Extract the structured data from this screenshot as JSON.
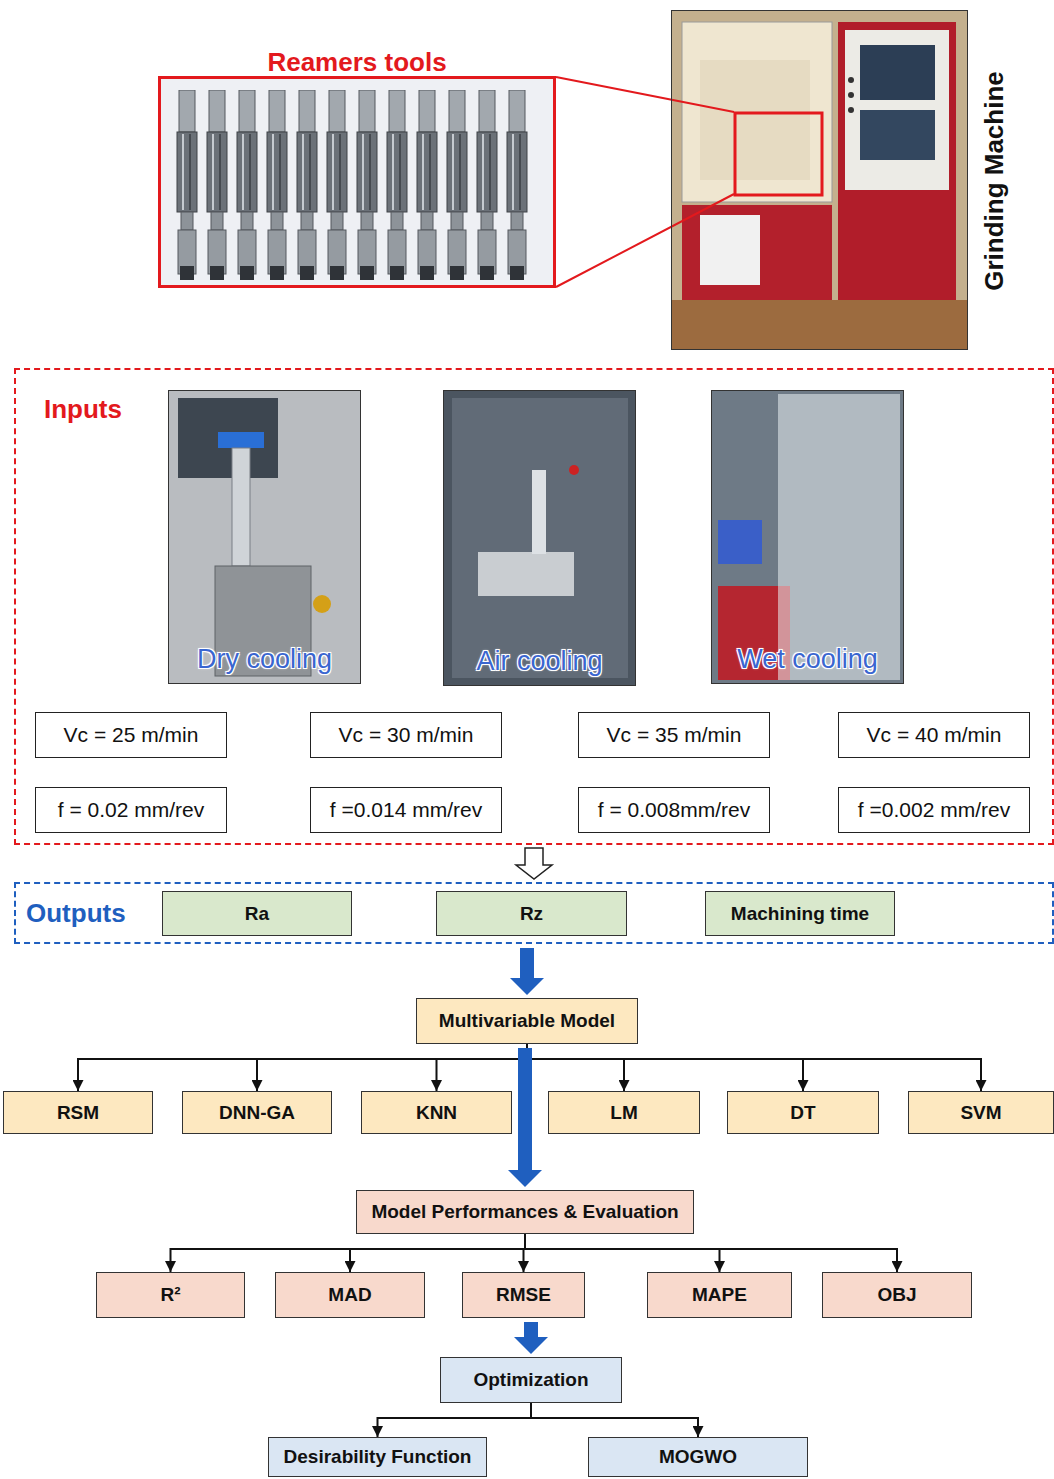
{
  "diagram": {
    "nodes": [
      {
        "text": [
          "Reamers tools"
        ]
      },
      {
        "text": [
          "Grinding Machine"
        ]
      },
      {
        "text": [
          "Inputs"
        ]
      },
      {
        "text": [
          "Dry cooling"
        ],
        "in": 2
      },
      {
        "text": [
          "Air cooling"
        ],
        "in": 2
      },
      {
        "text": [
          "Wet cooling"
        ],
        "in": 2
      },
      {
        "text": [
          "Vc = 25 m/min"
        ],
        "in": 2
      },
      {
        "text": [
          "Vc = 30 m/min"
        ],
        "in": 2
      },
      {
        "text": [
          "Vc = 35 m/min"
        ],
        "in": 2
      },
      {
        "text": [
          "Vc = 40 m/min"
        ],
        "in": 2
      },
      {
        "text": [
          "f = 0.02 mm/rev"
        ],
        "in": 2
      },
      {
        "text": [
          "f =0.014 mm/rev"
        ],
        "in": 2
      },
      {
        "text": [
          "f = 0.008mm/rev"
        ],
        "in": 2
      },
      {
        "text": [
          "f =0.002 mm/rev"
        ],
        "in": 2
      },
      {
        "text": [
          "Outputs"
        ]
      },
      {
        "text": [
          "Ra"
        ],
        "in": 14
      },
      {
        "text": [
          "Rz"
        ],
        "in": 14
      },
      {
        "text": [
          "Machining time"
        ],
        "in": 14
      },
      {
        "text": [
          "Multivariable Model"
        ]
      },
      {
        "text": [
          "RSM"
        ]
      },
      {
        "text": [
          "DNN-GA"
        ]
      },
      {
        "text": [
          "KNN"
        ]
      },
      {
        "text": [
          "LM"
        ]
      },
      {
        "text": [
          "DT"
        ]
      },
      {
        "text": [
          "SVM"
        ]
      },
      {
        "text": [
          "Model Performances & Evaluation"
        ]
      },
      {
        "text": [
          "R²"
        ]
      },
      {
        "text": [
          "MAD"
        ]
      },
      {
        "text": [
          "RMSE"
        ]
      },
      {
        "text": [
          "MAPE"
        ]
      },
      {
        "text": [
          "OBJ"
        ]
      },
      {
        "text": [
          "Optimization"
        ]
      },
      {
        "text": [
          "Desirability Function"
        ]
      },
      {
        "text": [
          "MOGWO"
        ]
      }
    ],
    "edges": [
      {
        "from": 0,
        "to": 1,
        "arrow": "none"
      },
      {
        "from": 2,
        "to": 14,
        "arrow": "to"
      },
      {
        "from": 14,
        "to": 18,
        "arrow": "to"
      },
      {
        "from": 18,
        "to": 19,
        "arrow": "to"
      },
      {
        "from": 18,
        "to": 20,
        "arrow": "to"
      },
      {
        "from": 18,
        "to": 21,
        "arrow": "to"
      },
      {
        "from": 18,
        "to": 22,
        "arrow": "to"
      },
      {
        "from": 18,
        "to": 23,
        "arrow": "to"
      },
      {
        "from": 18,
        "to": 24,
        "arrow": "to"
      },
      {
        "from": 18,
        "to": 25,
        "arrow": "to"
      },
      {
        "from": 25,
        "to": 26,
        "arrow": "to"
      },
      {
        "from": 25,
        "to": 27,
        "arrow": "to"
      },
      {
        "from": 25,
        "to": 28,
        "arrow": "to"
      },
      {
        "from": 25,
        "to": 29,
        "arrow": "to"
      },
      {
        "from": 25,
        "to": 30,
        "arrow": "to"
      },
      {
        "from": 28,
        "to": 31,
        "arrow": "to"
      },
      {
        "from": 31,
        "to": 32,
        "arrow": "to"
      },
      {
        "from": 31,
        "to": 33,
        "arrow": "to"
      }
    ]
  }
}
